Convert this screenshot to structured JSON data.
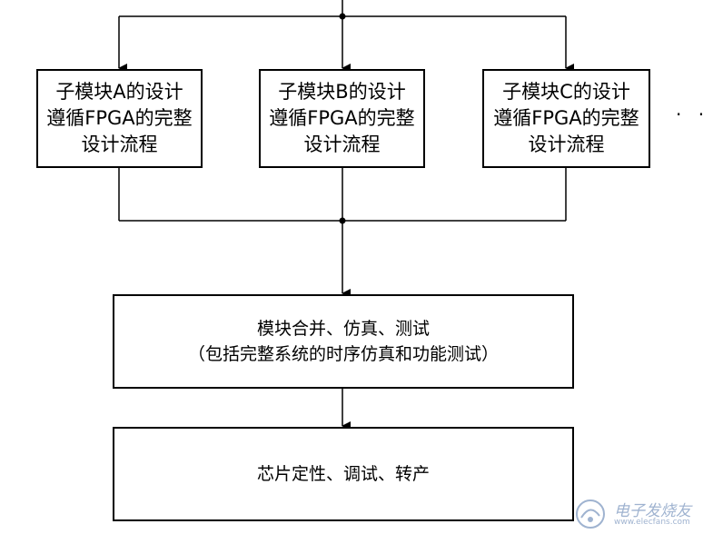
{
  "submodules": [
    {
      "lines": [
        "子模块A的设计",
        "遵循FPGA的完整",
        "设计流程"
      ]
    },
    {
      "lines": [
        "子模块B的设计",
        "遵循FPGA的完整",
        "设计流程"
      ]
    },
    {
      "lines": [
        "子模块C的设计",
        "遵循FPGA的完整",
        "设计流程"
      ]
    }
  ],
  "ellipsis": "· · ·",
  "merge_box": {
    "line1": "模块合并、仿真、测试",
    "line2": "（包括完整系统的时序仿真和功能测试）"
  },
  "final_box": {
    "label": "芯片定性、调试、转产"
  },
  "watermark": {
    "cn": "电子发烧友",
    "en": "www.elecfans.com"
  }
}
